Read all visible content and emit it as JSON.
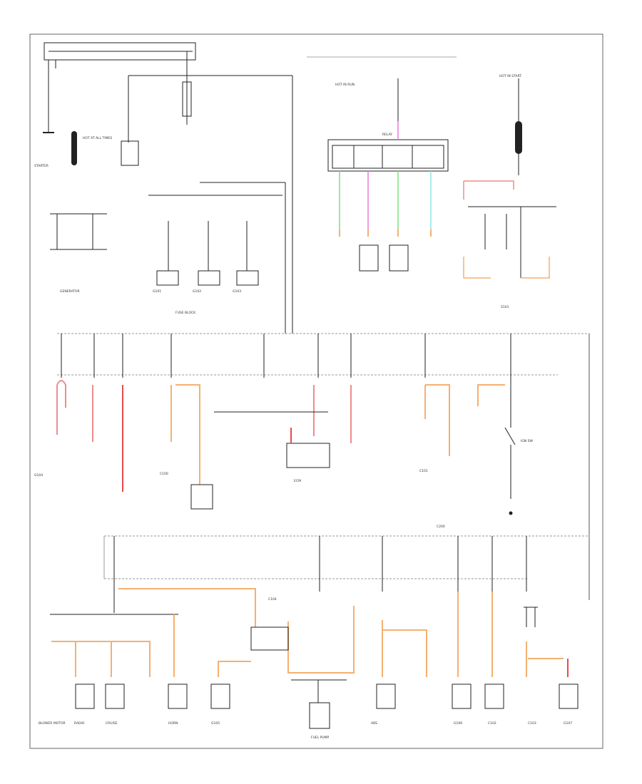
{
  "diagram": {
    "footer_code": "",
    "wire_colors": {
      "black": "#222222",
      "pink": "#f08c8c",
      "red": "#e84a4a",
      "orange": "#f5b070",
      "green": "#7ee07e",
      "magenta": "#e87ad8",
      "cyan": "#8ee8e8",
      "gray": "#9a9a9a"
    },
    "labels": {
      "starter": "STARTER",
      "generator": "GENERATOR",
      "hot_at_all_times": "HOT AT ALL TIMES",
      "hot_in_run": "HOT IN RUN",
      "hot_in_start": "HOT IN START",
      "g101": "G101",
      "g102": "G102",
      "g103": "G103",
      "g104": "G104",
      "g105": "G105",
      "g106": "G106",
      "g107": "G107",
      "c100": "C100",
      "c101": "C101",
      "c102": "C102",
      "c103": "C103",
      "c104": "C104",
      "c200": "C200",
      "fuse_block": "FUSE BLOCK",
      "ecm": "ECM",
      "relay": "RELAY",
      "radio": "RADIO",
      "splice": "S101",
      "blower_motor": "BLOWER MOTOR",
      "fuel_pump": "FUEL PUMP",
      "horn": "HORN",
      "cruise": "CRUISE",
      "abs": "ABS",
      "ign_sw": "IGN SW"
    }
  }
}
